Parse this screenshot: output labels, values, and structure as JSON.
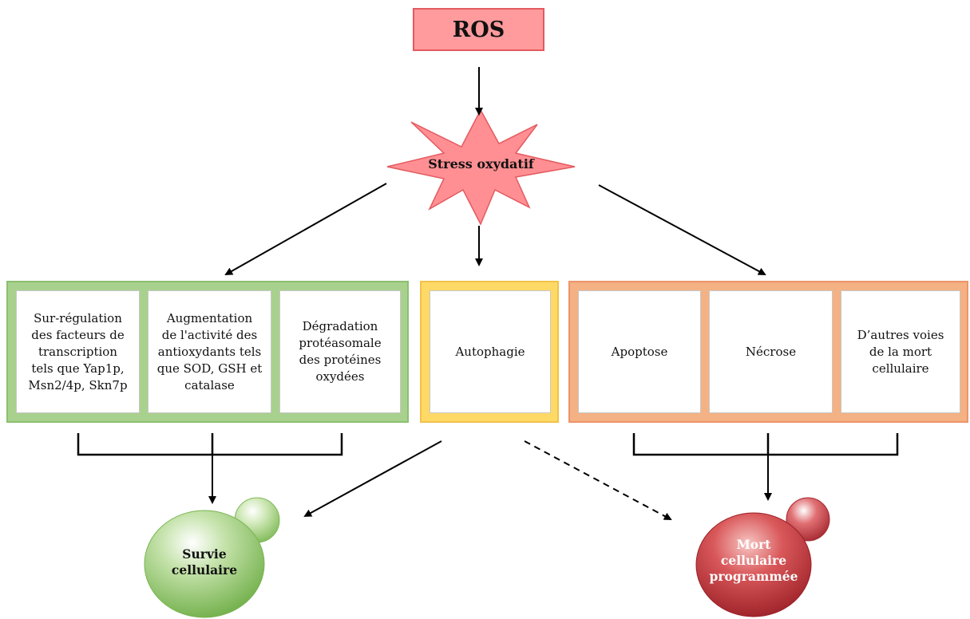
{
  "nodes": {
    "ros": "ROS",
    "stress": "Stress oxydatif",
    "survival_cards": [
      "Sur-régulation\ndes facteurs de\ntranscription\ntels que Yap1p,\nMsn2/4p, Skn7p",
      "Augmentation\nde l'activité des\nantioxydants tels\nque SOD, GSH et\ncatalase",
      "Dégradation\nprotéasomale\ndes protéines\noxydées"
    ],
    "autophagy_card": "Autophagie",
    "death_cards": [
      "Apoptose",
      "Nécrose",
      "D’autres voies\nde la mort\ncellulaire"
    ],
    "survival_outcome": "Survie\ncellulaire",
    "death_outcome": "Mort\ncellulaire\nprogrammée"
  },
  "colors": {
    "ros_fill": "#ff9b9c",
    "stress_fill": "#ff8f93",
    "survival_group": "#a9d18e",
    "autophagy_group": "#ffd966",
    "death_group": "#f4b183",
    "survival_cell": "#8fc46a",
    "death_cell": "#c0393f"
  }
}
